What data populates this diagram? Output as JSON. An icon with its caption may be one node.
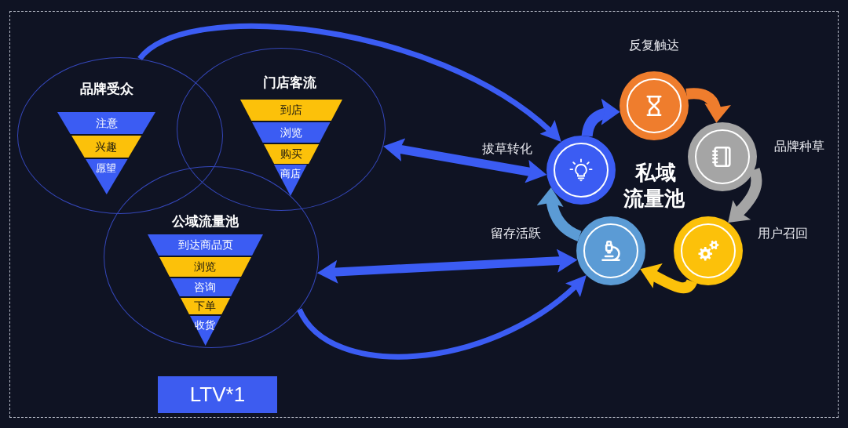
{
  "diagram": {
    "nodes": [
      {
        "text": [
          "品牌受众"
        ]
      },
      {
        "text": [
          "注意"
        ],
        "in": 0
      },
      {
        "text": [
          "兴趣"
        ],
        "in": 0
      },
      {
        "text": [
          "愿望"
        ],
        "in": 0
      },
      {
        "text": [
          "门店客流"
        ]
      },
      {
        "text": [
          "到店"
        ],
        "in": 4
      },
      {
        "text": [
          "浏览"
        ],
        "in": 4
      },
      {
        "text": [
          "购买"
        ],
        "in": 4
      },
      {
        "text": [
          "商店"
        ]
      },
      {
        "text": [
          "公域流量池"
        ]
      },
      {
        "text": [
          "到达商品页"
        ],
        "in": 9
      },
      {
        "text": [
          "浏览"
        ],
        "in": 9
      },
      {
        "text": [
          "咨询"
        ],
        "in": 9
      },
      {
        "text": [
          "下单"
        ],
        "in": 9
      },
      {
        "text": [
          "收货"
        ],
        "in": 9
      },
      {
        "text": [
          "LTV*1"
        ]
      },
      {
        "text": [],
        "shape": "circle",
        "beside": [
          "反复触达"
        ]
      },
      {
        "text": [],
        "shape": "circle",
        "beside": [
          "品牌种草"
        ]
      },
      {
        "text": [],
        "shape": "circle",
        "beside": [
          "用户召回"
        ]
      },
      {
        "text": [],
        "shape": "circle",
        "beside": [
          "留存活跃"
        ]
      },
      {
        "text": [],
        "shape": "circle",
        "beside": [
          "拔草转化"
        ]
      }
    ],
    "edges": [
      {
        "from": 0,
        "to": 20,
        "arrow": "to"
      },
      {
        "from": 4,
        "to": 20,
        "arrow": "both"
      },
      {
        "from": 9,
        "to": 19,
        "arrow": "both"
      },
      {
        "from": 9,
        "to": 19,
        "arrow": "to"
      },
      {
        "from": 16,
        "to": 17,
        "arrow": "to",
        "color": "#ef7d2d"
      },
      {
        "from": 17,
        "to": 18,
        "arrow": "to",
        "color": "#a5a5a5"
      },
      {
        "from": 18,
        "to": 19,
        "arrow": "to",
        "color": "#fcc10a"
      },
      {
        "from": 19,
        "to": 20,
        "arrow": "to",
        "color": "#5b9bd5"
      },
      {
        "from": 20,
        "to": 16,
        "arrow": "to"
      }
    ],
    "labels": [
      "私域流量池"
    ]
  }
}
